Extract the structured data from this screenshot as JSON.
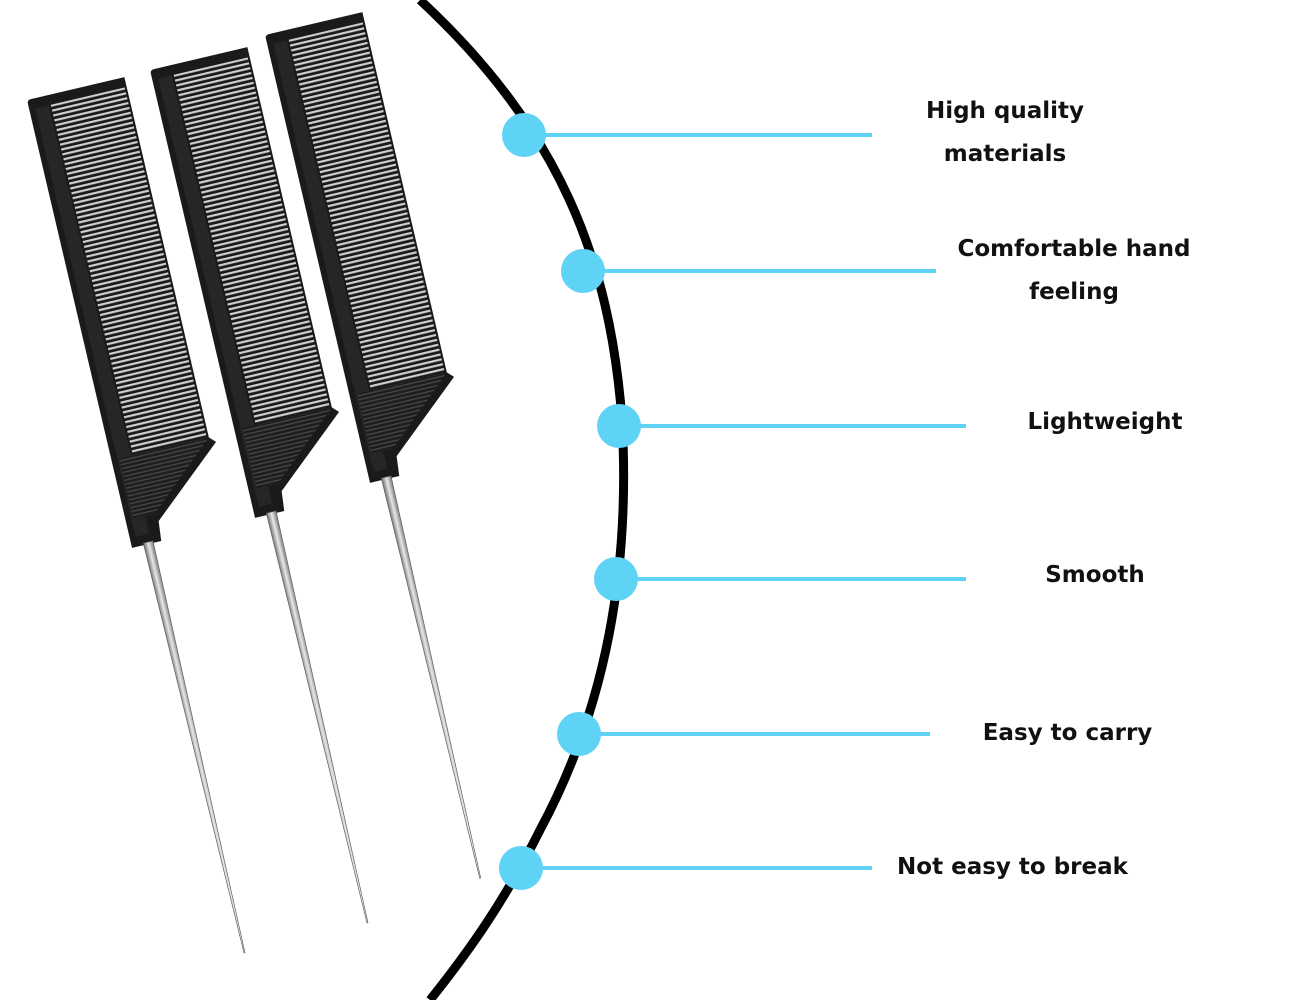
{
  "colors": {
    "background": "#ffffff",
    "arc": "#000000",
    "accent": "#5fd3f5",
    "comb_body": "#1a1a1a",
    "comb_teeth": "#c8c8c8",
    "pin_metal": "#9a9a9a",
    "label_text": "#111111"
  },
  "product": {
    "name": "rat-tail-comb",
    "count": 3
  },
  "features": [
    {
      "id": "quality",
      "lines": [
        "High quality",
        "materials"
      ]
    },
    {
      "id": "comfort",
      "lines": [
        "Comfortable hand",
        "feeling"
      ]
    },
    {
      "id": "weight",
      "lines": [
        "Lightweight"
      ]
    },
    {
      "id": "smooth",
      "lines": [
        "Smooth"
      ]
    },
    {
      "id": "carry",
      "lines": [
        "Easy to carry"
      ]
    },
    {
      "id": "durable",
      "lines": [
        "Not easy to break"
      ]
    }
  ]
}
